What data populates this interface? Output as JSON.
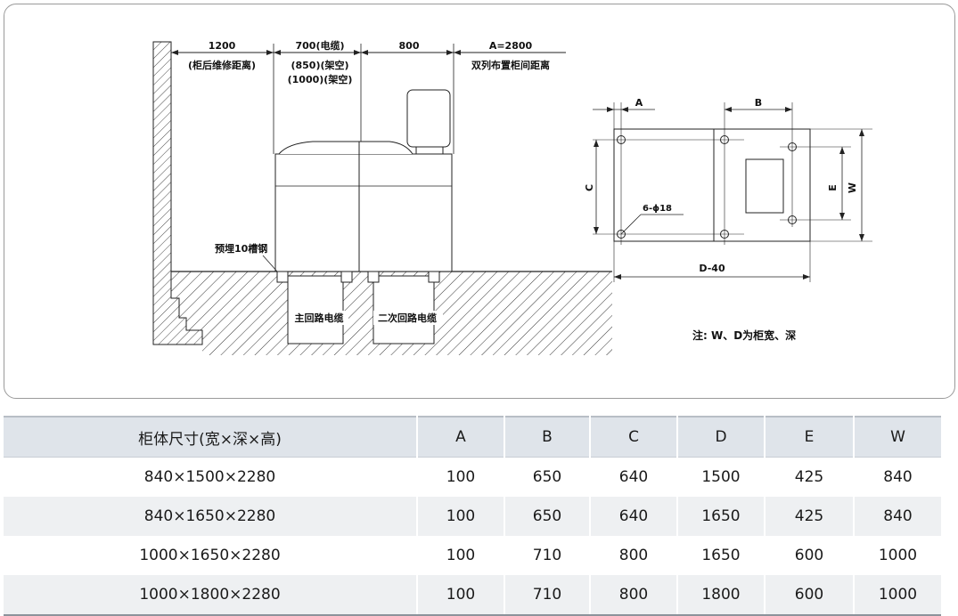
{
  "side_view": {
    "dims": {
      "rear_maintenance": "1200",
      "rear_maintenance_note": "(柜后维修距离)",
      "cable_700": "700(电缆)",
      "cable_850": "(850)(架空)",
      "cable_1000": "(1000)(架空)",
      "front_800": "800",
      "aisle_a": "A=2800",
      "aisle_note": "双列布置柜间距离"
    },
    "embedded_label": "预埋10槽钢",
    "main_cable_label": "主回路电缆",
    "secondary_cable_label": "二次回路电缆"
  },
  "plan_view": {
    "label_a": "A",
    "label_b": "B",
    "label_c": "C",
    "label_e": "E",
    "label_w": "W",
    "hole_label": "6-ϕ18",
    "label_d": "D-40",
    "note": "注: W、D为柜宽、深"
  },
  "table": {
    "headers": [
      "柜体尺寸(宽×深×高)",
      "A",
      "B",
      "C",
      "D",
      "E",
      "W"
    ],
    "rows": [
      [
        "840×1500×2280",
        "100",
        "650",
        "640",
        "1500",
        "425",
        "840"
      ],
      [
        "840×1650×2280",
        "100",
        "650",
        "640",
        "1650",
        "425",
        "840"
      ],
      [
        "1000×1650×2280",
        "100",
        "710",
        "800",
        "1650",
        "600",
        "1000"
      ],
      [
        "1000×1800×2280",
        "100",
        "710",
        "800",
        "1800",
        "600",
        "1000"
      ]
    ]
  }
}
